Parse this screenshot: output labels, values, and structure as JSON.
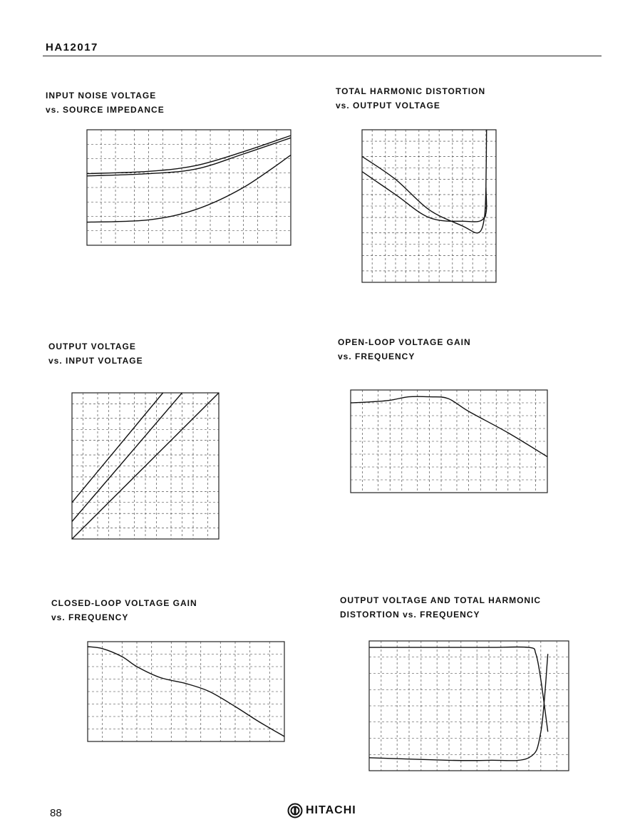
{
  "header": {
    "doc_title": "HA12017"
  },
  "footer": {
    "page_number": "88",
    "brand": "HITACHI"
  },
  "chart_data": [
    {
      "id": "noise",
      "type": "line",
      "title_lines": [
        "INPUT NOISE VOLTAGE",
        "vs. SOURCE IMPEDANCE"
      ],
      "xlabel": "",
      "ylabel": "",
      "x_scale": "log",
      "y_scale": "linear",
      "xlim": [
        5,
        100000
      ],
      "ylim": [
        0,
        1
      ],
      "grid": true,
      "series": [
        {
          "x": [
            5,
            100,
            1000,
            10000,
            100000
          ],
          "y": [
            0.62,
            0.64,
            0.69,
            0.81,
            0.95
          ]
        },
        {
          "x": [
            5,
            100,
            1000,
            10000,
            100000
          ],
          "y": [
            0.6,
            0.62,
            0.66,
            0.79,
            0.93
          ]
        },
        {
          "x": [
            5,
            100,
            1000,
            10000,
            100000
          ],
          "y": [
            0.2,
            0.22,
            0.31,
            0.5,
            0.78
          ]
        }
      ]
    },
    {
      "id": "thd",
      "type": "line",
      "title_lines": [
        "TOTAL HARMONIC DISTORTION",
        "vs. OUTPUT VOLTAGE"
      ],
      "xlabel": "",
      "ylabel": "",
      "x_scale": "log",
      "y_scale": "log",
      "xlim": [
        0.001,
        10
      ],
      "ylim": [
        0.001,
        10
      ],
      "grid": true,
      "series": [
        {
          "x": [
            0.001,
            0.01,
            0.1,
            1,
            4.5,
            5,
            5.2
          ],
          "y": [
            0.8,
            0.2,
            0.05,
            0.04,
            0.05,
            0.4,
            10
          ]
        },
        {
          "x": [
            0.001,
            0.01,
            0.1,
            1,
            3,
            4.5,
            5
          ],
          "y": [
            2,
            0.5,
            0.08,
            0.03,
            0.02,
            0.05,
            0.3
          ]
        }
      ]
    },
    {
      "id": "vout_vin",
      "type": "line",
      "title_lines": [
        "OUTPUT VOLTAGE",
        "vs. INPUT VOLTAGE"
      ],
      "xlabel": "",
      "ylabel": "",
      "x_scale": "log",
      "y_scale": "log",
      "xlim": [
        1e-05,
        0.1
      ],
      "ylim": [
        0.001,
        10
      ],
      "grid": true,
      "series": [
        {
          "x": [
            1e-05,
            0.003
          ],
          "y": [
            0.01,
            10
          ]
        },
        {
          "x": [
            1e-05,
            0.01
          ],
          "y": [
            0.003,
            10
          ]
        },
        {
          "x": [
            1e-05,
            0.1
          ],
          "y": [
            0.001,
            10
          ]
        }
      ]
    },
    {
      "id": "open_loop",
      "type": "line",
      "title_lines": [
        "OPEN-LOOP VOLTAGE GAIN",
        "vs. FREQUENCY"
      ],
      "xlabel": "",
      "ylabel": "",
      "x_scale": "log",
      "y_scale": "linear",
      "xlim": [
        10,
        1000000
      ],
      "ylim": [
        0,
        120
      ],
      "grid": true,
      "series": [
        {
          "x": [
            10,
            30,
            100,
            300,
            1000,
            3000,
            10000,
            100000,
            1000000
          ],
          "y": [
            105,
            106,
            108,
            112,
            112,
            110,
            95,
            70,
            42
          ]
        }
      ]
    },
    {
      "id": "closed_loop",
      "type": "line",
      "title_lines": [
        "CLOSED-LOOP VOLTAGE GAIN",
        "vs. FREQUENCY"
      ],
      "xlabel": "",
      "ylabel": "",
      "x_scale": "log",
      "y_scale": "linear",
      "xlim": [
        10,
        100000
      ],
      "ylim": [
        0,
        1
      ],
      "grid": true,
      "series": [
        {
          "x": [
            10,
            20,
            50,
            100,
            300,
            1000,
            3000,
            10000,
            30000,
            100000
          ],
          "y": [
            0.95,
            0.93,
            0.85,
            0.75,
            0.64,
            0.58,
            0.5,
            0.35,
            0.2,
            0.05
          ]
        }
      ]
    },
    {
      "id": "vout_thd_freq",
      "type": "line",
      "title_lines": [
        "OUTPUT VOLTAGE AND TOTAL HARMONIC",
        "DISTORTION vs. FREQUENCY"
      ],
      "xlabel": "",
      "ylabel": "",
      "x_scale": "log",
      "y_scale": "linear",
      "xlim": [
        10,
        1000000
      ],
      "ylim": [
        0,
        1
      ],
      "grid": true,
      "series": [
        {
          "x": [
            10,
            1000,
            10000,
            100000,
            150000,
            200000,
            300000
          ],
          "y": [
            0.95,
            0.95,
            0.95,
            0.95,
            0.9,
            0.7,
            0.3
          ]
        },
        {
          "x": [
            10,
            1000,
            10000,
            100000,
            200000,
            300000
          ],
          "y": [
            0.1,
            0.08,
            0.08,
            0.1,
            0.3,
            0.9
          ]
        }
      ]
    }
  ]
}
